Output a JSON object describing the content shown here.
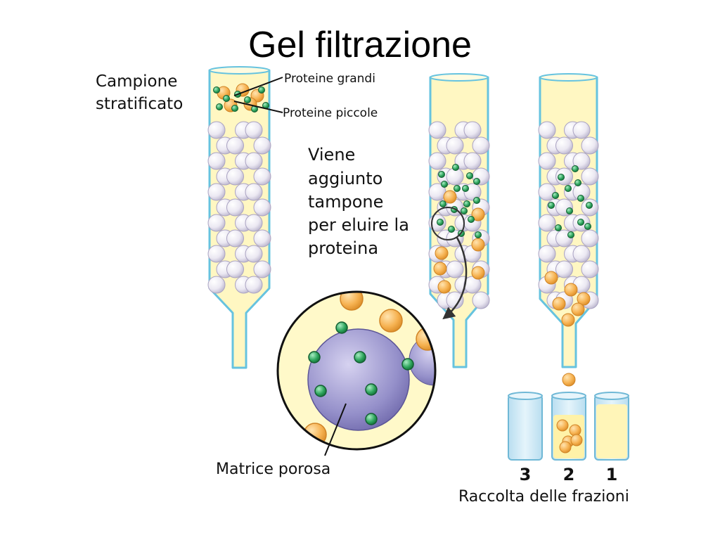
{
  "title": "Gel filtrazione",
  "labels": {
    "sample_line1": "Campione",
    "sample_line2": "stratificato",
    "large_proteins": "Proteine grandi",
    "small_proteins": "Proteine piccole",
    "buffer_lines": [
      "Viene",
      "aggiunto",
      "tampone",
      "per eluire la",
      "proteina"
    ],
    "porous_matrix": "Matrice porosa",
    "tube_numbers": [
      "3",
      "2",
      "1"
    ],
    "fraction_collection": "Raccolta delle frazioni"
  },
  "colors": {
    "column_fill": "#fff7c2",
    "column_outline": "#66c3df",
    "bead_fill": "#eeeaf4",
    "large_protein": "#f7b659",
    "small_protein": "#2aa25a",
    "matrix_bead": "#8f89c6",
    "tube_fill": "#cfe9f5"
  }
}
